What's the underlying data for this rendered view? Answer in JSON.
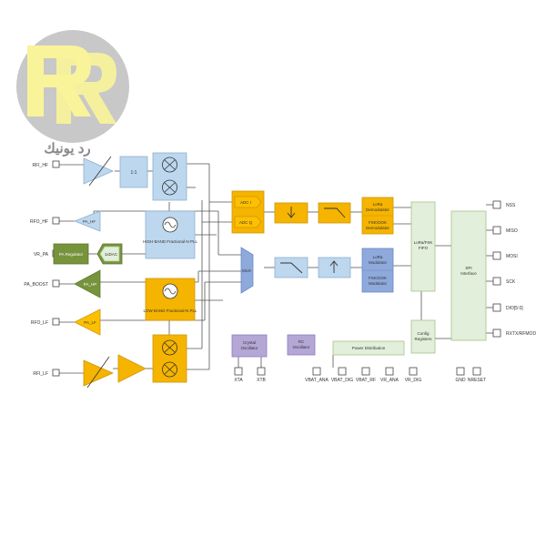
{
  "logo": {
    "brand_text": "رد يونيك",
    "monogram": "RR"
  },
  "colors": {
    "blue": "#bdd7ee",
    "orange": "#f5b400",
    "green": "#77933c",
    "light_green": "#e2efda",
    "purple": "#b4a7d6",
    "logo_yellow": "#f9f39a",
    "logo_gray": "#c8c8c8"
  },
  "pins_left": [
    "RFI_HF",
    "RFO_HF",
    "VR_PA",
    "PA_BOOST",
    "RFO_LF",
    "RFI_LF"
  ],
  "pins_right": [
    "NSS",
    "MISO",
    "MOSI",
    "SCK",
    "DIO[5:0]",
    "RXTX/RFMOD"
  ],
  "pins_bottom": [
    "XTA",
    "XTB",
    "VBAT_ANA",
    "VBAT_DIG",
    "VBAT_RF",
    "VR_ANA",
    "VR_DIG",
    "GND",
    "NRESET"
  ],
  "blocks": {
    "splitter": "1:1",
    "pa_hf": "PA_HF",
    "pa_regulator": "PA Regulator",
    "pa_dac": "1xDAC",
    "pa_hp": "PA_HP",
    "pa_lf": "PA_LF",
    "hf_pll": "HIGH BAND Fractional-N PLL",
    "lf_pll": "LOW BAND Fractional-N PLL",
    "adc_i": "ADC I",
    "adc_q": "ADC Q",
    "lora_demod": "LoRa Demodulator",
    "fsk_demod": "FSK/OOK Demodulator",
    "lora_mod": "LoRa Modulator",
    "fsk_mod": "FSK/OOK Modulator",
    "mux": "MUX",
    "fifo": "LoRa/FSK FIFO",
    "spi": "SPI Interface",
    "config": "Config Registers",
    "crystal": "Crystal Oscillator",
    "rc": "RC Oscillator",
    "power": "Power Distribution"
  }
}
